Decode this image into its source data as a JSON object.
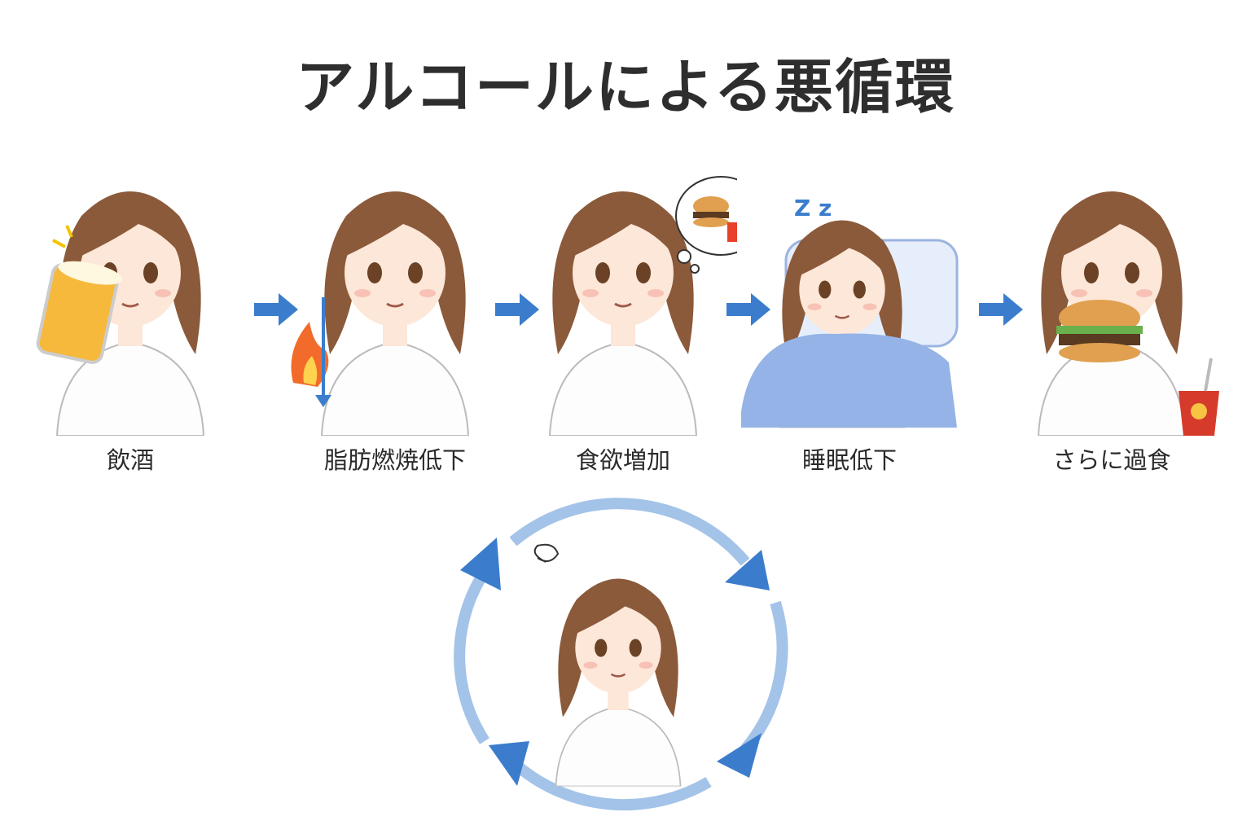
{
  "title": "アルコールによる悪循環",
  "steps": [
    {
      "label": "飲酒",
      "icon": "beer-mug-icon"
    },
    {
      "label": "脂肪燃焼低下",
      "icon": "flame-down-arrow-icon"
    },
    {
      "label": "食欲増加",
      "icon": "burger-thought-bubble-icon"
    },
    {
      "label": "睡眠低下",
      "icon": "sleep-pillow-icon"
    },
    {
      "label": "さらに過食",
      "icon": "burger-drink-icon"
    }
  ],
  "colors": {
    "arrow": "#3b7dcc",
    "cycle": "#a3c3e8",
    "hair": "#8b5a3a",
    "skin": "#fde7d8",
    "title": "#2e2e2e"
  }
}
